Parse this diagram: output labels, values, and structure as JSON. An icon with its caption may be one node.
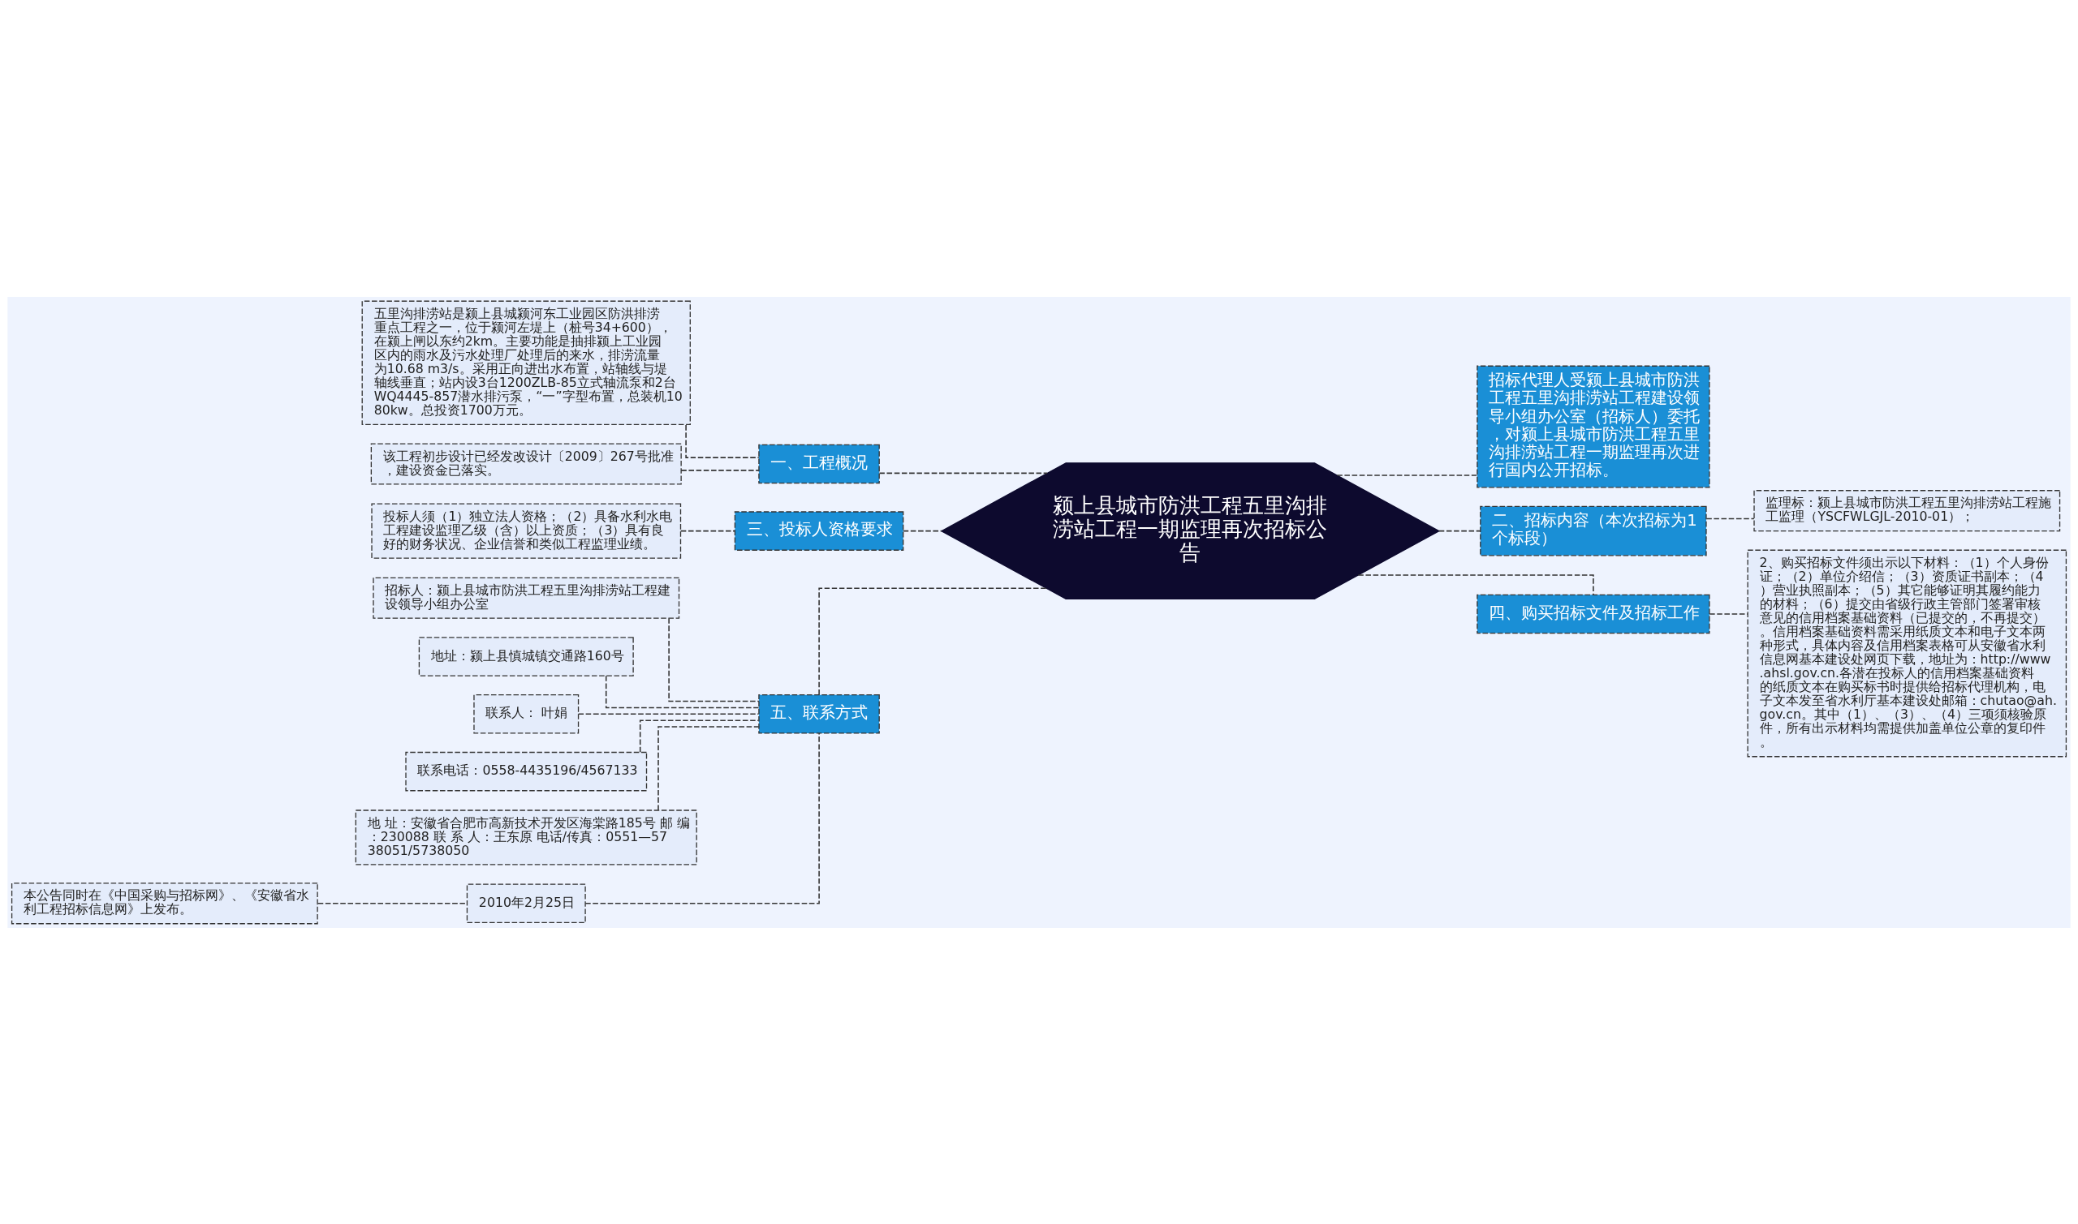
{
  "diagram": {
    "nodes": [
      {
        "text": [
          "颍上县城市防洪工程五里沟排涝站工程一期监理再次招标公告"
        ]
      },
      {
        "text": [
          "一、工程概况"
        ]
      },
      {
        "text": [
          "五里沟排涝站是颍上县城颍河东工业园区防洪排涝重点工程之一，位于颍河左堤上（桩号34+600），在颍上闸以东约2km。主要功能是抽排颍上工业园区内的雨水及污水处理厂处理后的来水，排涝流量为10.68 m3/s。采用正向进出水布置，站轴线与堤轴线垂直；站内设3台1200ZLB-85立式轴流泵和2台WQ4445-857潜水排污泵，“一”字型布置，总装机1080kw。总投资1700万元。"
        ]
      },
      {
        "text": [
          "该工程初步设计已经发改设计〔2009〕267号批准，建设资金已落实。"
        ]
      },
      {
        "text": [
          "三、投标人资格要求"
        ]
      },
      {
        "text": [
          "投标人须（1）独立法人资格；（2）具备水利水电工程建设监理乙级（含）以上资质；（3）具有良好的财务状况、企业信誉和类似工程监理业绩。"
        ]
      },
      {
        "text": [
          "五、联系方式"
        ]
      },
      {
        "text": [
          "招标人：颍上县城市防洪工程五里沟排涝站工程建设领导小组办公室"
        ]
      },
      {
        "text": [
          "地址：颍上县慎城镇交通路160号"
        ]
      },
      {
        "text": [
          "联系人： 叶娟"
        ]
      },
      {
        "text": [
          "联系电话：0558-4435196/4567133"
        ]
      },
      {
        "text": [
          "地 址：安徽省合肥市高新技术开发区海棠路185号 邮 编：230088 联 系 人：王东原 电话/传真：0551—5738051/5738050"
        ]
      },
      {
        "text": [
          "2010年2月25日"
        ]
      },
      {
        "text": [
          "本公告同时在《中国采购与招标网》、《安徽省水利工程招标信息网》上发布。"
        ]
      },
      {
        "text": [
          "招标代理人受颍上县城市防洪工程五里沟排涝站工程建设领导小组办公室（招标人）委托，对颍上县城市防洪工程五里沟排涝站工程一期监理再次进行国内公开招标。"
        ]
      },
      {
        "text": [
          "二、招标内容（本次招标为1个标段）"
        ]
      },
      {
        "text": [
          "监理标：颍上县城市防洪工程五里沟排涝站工程施工监理（YSCFWLGJL-2010-01）；"
        ]
      },
      {
        "text": [
          "四、购买招标文件及招标工作"
        ]
      },
      {
        "text": [
          "2、购买招标文件须出示以下材料：（1）个人身份证；（2）单位介绍信；（3）资质证书副本；（4）营业执照副本；（5）其它能够证明其履约能力的材料；（6）提交由省级行政主管部门签署审核意见的信用档案基础资料（已提交的，不再提交）。信用档案基础资料需采用纸质文本和电子文本两种形式，具体内容及信用档案表格可从安徽省水利信息网基本建设处网页下载，地址为：http://www.ahsl.gov.cn.各潜在投标人的信用档案基础资料的纸质文本在购买标书时提供给招标代理机构，电子文本发至省水利厅基本建设处邮箱：chutao@ah.gov.cn。其中（1）、（3）、（4）三项须核验原件，所有出示材料均需提供加盖单位公章的复印件。"
        ]
      }
    ],
    "edges": [
      {
        "from": 0,
        "to": 1,
        "arrow": "none"
      },
      {
        "from": 1,
        "to": 2,
        "arrow": "none"
      },
      {
        "from": 1,
        "to": 3,
        "arrow": "none"
      },
      {
        "from": 0,
        "to": 4,
        "arrow": "none"
      },
      {
        "from": 4,
        "to": 5,
        "arrow": "none"
      },
      {
        "from": 0,
        "to": 6,
        "arrow": "none"
      },
      {
        "from": 6,
        "to": 7,
        "arrow": "none"
      },
      {
        "from": 6,
        "to": 8,
        "arrow": "none"
      },
      {
        "from": 6,
        "to": 9,
        "arrow": "none"
      },
      {
        "from": 6,
        "to": 10,
        "arrow": "none"
      },
      {
        "from": 6,
        "to": 11,
        "arrow": "none"
      },
      {
        "from": 6,
        "to": 12,
        "arrow": "none"
      },
      {
        "from": 12,
        "to": 13,
        "arrow": "none"
      },
      {
        "from": 0,
        "to": 14,
        "arrow": "none"
      },
      {
        "from": 0,
        "to": 15,
        "arrow": "none"
      },
      {
        "from": 15,
        "to": 16,
        "arrow": "none"
      },
      {
        "from": 0,
        "to": 17,
        "arrow": "none"
      },
      {
        "from": 17,
        "to": 18,
        "arrow": "none"
      }
    ]
  }
}
